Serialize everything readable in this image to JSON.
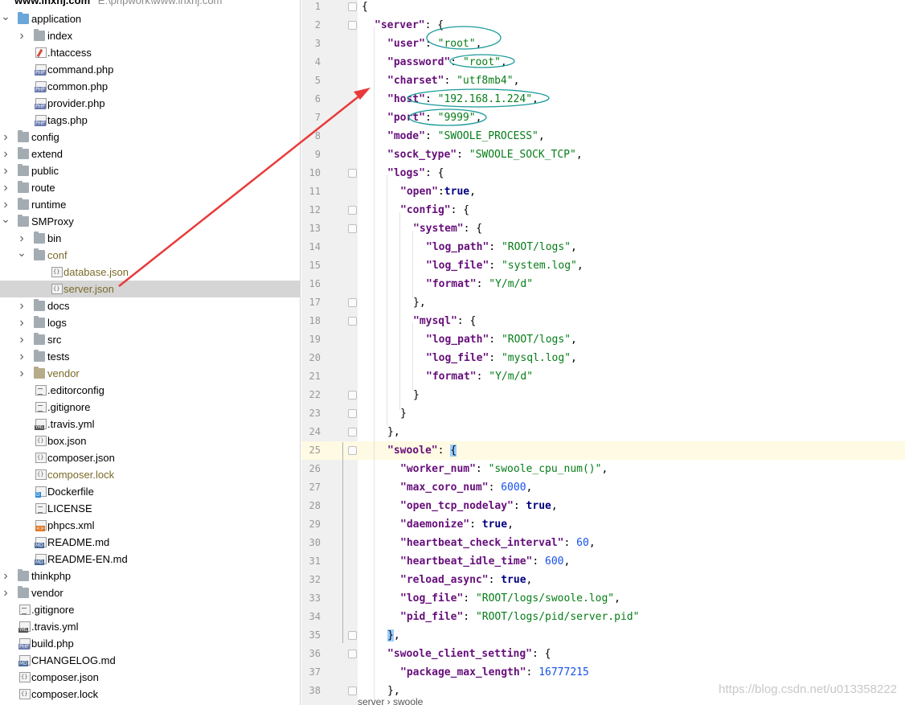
{
  "tree": {
    "root_name": "www.lnxnj.com",
    "root_path": "E:\\phpwork\\www.lnxnj.com",
    "items": [
      {
        "label": "application",
        "depth": 0,
        "type": "folder-blue",
        "chevron": "open"
      },
      {
        "label": "index",
        "depth": 1,
        "type": "folder",
        "chevron": "closed"
      },
      {
        "label": ".htaccess",
        "depth": 1,
        "type": "htaccess",
        "chevron": "none"
      },
      {
        "label": "command.php",
        "depth": 1,
        "type": "php",
        "chevron": "none"
      },
      {
        "label": "common.php",
        "depth": 1,
        "type": "php",
        "chevron": "none"
      },
      {
        "label": "provider.php",
        "depth": 1,
        "type": "php",
        "chevron": "none"
      },
      {
        "label": "tags.php",
        "depth": 1,
        "type": "php",
        "chevron": "none"
      },
      {
        "label": "config",
        "depth": 0,
        "type": "folder",
        "chevron": "closed"
      },
      {
        "label": "extend",
        "depth": 0,
        "type": "folder",
        "chevron": "closed"
      },
      {
        "label": "public",
        "depth": 0,
        "type": "folder",
        "chevron": "closed"
      },
      {
        "label": "route",
        "depth": 0,
        "type": "folder",
        "chevron": "closed"
      },
      {
        "label": "runtime",
        "depth": 0,
        "type": "folder",
        "chevron": "closed"
      },
      {
        "label": "SMProxy",
        "depth": 0,
        "type": "folder",
        "chevron": "open"
      },
      {
        "label": "bin",
        "depth": 1,
        "type": "folder",
        "chevron": "closed"
      },
      {
        "label": "conf",
        "depth": 1,
        "type": "folder",
        "chevron": "open",
        "muted": true
      },
      {
        "label": "database.json",
        "depth": 2,
        "type": "json",
        "chevron": "none",
        "muted": true
      },
      {
        "label": "server.json",
        "depth": 2,
        "type": "json",
        "chevron": "none",
        "muted": true,
        "selected": true
      },
      {
        "label": "docs",
        "depth": 1,
        "type": "folder",
        "chevron": "closed"
      },
      {
        "label": "logs",
        "depth": 1,
        "type": "folder",
        "chevron": "closed"
      },
      {
        "label": "src",
        "depth": 1,
        "type": "folder",
        "chevron": "closed"
      },
      {
        "label": "tests",
        "depth": 1,
        "type": "folder",
        "chevron": "closed"
      },
      {
        "label": "vendor",
        "depth": 1,
        "type": "folder-tan",
        "chevron": "closed",
        "muted": true
      },
      {
        "label": ".editorconfig",
        "depth": 1,
        "type": "text",
        "chevron": "none"
      },
      {
        "label": ".gitignore",
        "depth": 1,
        "type": "text",
        "chevron": "none"
      },
      {
        "label": ".travis.yml",
        "depth": 1,
        "type": "yml",
        "chevron": "none"
      },
      {
        "label": "box.json",
        "depth": 1,
        "type": "json",
        "chevron": "none"
      },
      {
        "label": "composer.json",
        "depth": 1,
        "type": "json",
        "chevron": "none"
      },
      {
        "label": "composer.lock",
        "depth": 1,
        "type": "json",
        "chevron": "none",
        "muted": true
      },
      {
        "label": "Dockerfile",
        "depth": 1,
        "type": "docker",
        "chevron": "none"
      },
      {
        "label": "LICENSE",
        "depth": 1,
        "type": "text",
        "chevron": "none"
      },
      {
        "label": "phpcs.xml",
        "depth": 1,
        "type": "xml",
        "chevron": "none"
      },
      {
        "label": "README.md",
        "depth": 1,
        "type": "md",
        "chevron": "none"
      },
      {
        "label": "README-EN.md",
        "depth": 1,
        "type": "md",
        "chevron": "none"
      },
      {
        "label": "thinkphp",
        "depth": 0,
        "type": "folder",
        "chevron": "closed"
      },
      {
        "label": "vendor",
        "depth": 0,
        "type": "folder",
        "chevron": "closed"
      },
      {
        "label": ".gitignore",
        "depth": 0,
        "type": "text",
        "chevron": "none"
      },
      {
        "label": ".travis.yml",
        "depth": 0,
        "type": "yml",
        "chevron": "none"
      },
      {
        "label": "build.php",
        "depth": 0,
        "type": "php",
        "chevron": "none"
      },
      {
        "label": "CHANGELOG.md",
        "depth": 0,
        "type": "md",
        "chevron": "none"
      },
      {
        "label": "composer.json",
        "depth": 0,
        "type": "json",
        "chevron": "none"
      },
      {
        "label": "composer.lock",
        "depth": 0,
        "type": "json",
        "chevron": "none"
      }
    ]
  },
  "editor": {
    "caret_line": 25,
    "lines": [
      {
        "n": "1",
        "indent": 0,
        "tokens": [
          [
            "p",
            "{"
          ]
        ],
        "fold": "start"
      },
      {
        "n": "2",
        "indent": 1,
        "tokens": [
          [
            "k",
            "\"server\""
          ],
          [
            "p",
            ": {"
          ]
        ],
        "fold": "start"
      },
      {
        "n": "3",
        "indent": 2,
        "tokens": [
          [
            "k",
            "\"user\""
          ],
          [
            "p",
            ": "
          ],
          [
            "s",
            "\"root\""
          ],
          [
            "p",
            ","
          ]
        ]
      },
      {
        "n": "4",
        "indent": 2,
        "tokens": [
          [
            "k",
            "\"password\""
          ],
          [
            "p",
            ": "
          ],
          [
            "s",
            "\"root\""
          ],
          [
            "p",
            ","
          ]
        ]
      },
      {
        "n": "5",
        "indent": 2,
        "tokens": [
          [
            "k",
            "\"charset\""
          ],
          [
            "p",
            ": "
          ],
          [
            "s",
            "\"utf8mb4\""
          ],
          [
            "p",
            ","
          ]
        ]
      },
      {
        "n": "6",
        "indent": 2,
        "tokens": [
          [
            "k",
            "\"host\""
          ],
          [
            "p",
            ": "
          ],
          [
            "s",
            "\"192.168.1.224\""
          ],
          [
            "p",
            ","
          ]
        ]
      },
      {
        "n": "7",
        "indent": 2,
        "tokens": [
          [
            "k",
            "\"port\""
          ],
          [
            "p",
            ": "
          ],
          [
            "s",
            "\"9999\""
          ],
          [
            "p",
            ","
          ]
        ]
      },
      {
        "n": "8",
        "indent": 2,
        "tokens": [
          [
            "k",
            "\"mode\""
          ],
          [
            "p",
            ": "
          ],
          [
            "s",
            "\"SWOOLE_PROCESS\""
          ],
          [
            "p",
            ","
          ]
        ]
      },
      {
        "n": "9",
        "indent": 2,
        "tokens": [
          [
            "k",
            "\"sock_type\""
          ],
          [
            "p",
            ": "
          ],
          [
            "s",
            "\"SWOOLE_SOCK_TCP\""
          ],
          [
            "p",
            ","
          ]
        ]
      },
      {
        "n": "10",
        "indent": 2,
        "tokens": [
          [
            "k",
            "\"logs\""
          ],
          [
            "p",
            ": {"
          ]
        ],
        "fold": "start"
      },
      {
        "n": "11",
        "indent": 3,
        "tokens": [
          [
            "k",
            "\"open\""
          ],
          [
            "p",
            ":"
          ],
          [
            "b",
            "true"
          ],
          [
            "p",
            ","
          ]
        ]
      },
      {
        "n": "12",
        "indent": 3,
        "tokens": [
          [
            "k",
            "\"config\""
          ],
          [
            "p",
            ": {"
          ]
        ],
        "fold": "start"
      },
      {
        "n": "13",
        "indent": 4,
        "tokens": [
          [
            "k",
            "\"system\""
          ],
          [
            "p",
            ": {"
          ]
        ],
        "fold": "start"
      },
      {
        "n": "14",
        "indent": 5,
        "tokens": [
          [
            "k",
            "\"log_path\""
          ],
          [
            "p",
            ": "
          ],
          [
            "s",
            "\"ROOT/logs\""
          ],
          [
            "p",
            ","
          ]
        ]
      },
      {
        "n": "15",
        "indent": 5,
        "tokens": [
          [
            "k",
            "\"log_file\""
          ],
          [
            "p",
            ": "
          ],
          [
            "s",
            "\"system.log\""
          ],
          [
            "p",
            ","
          ]
        ]
      },
      {
        "n": "16",
        "indent": 5,
        "tokens": [
          [
            "k",
            "\"format\""
          ],
          [
            "p",
            ": "
          ],
          [
            "s",
            "\"Y/m/d\""
          ]
        ]
      },
      {
        "n": "17",
        "indent": 4,
        "tokens": [
          [
            "p",
            "},"
          ]
        ],
        "fold": "end"
      },
      {
        "n": "18",
        "indent": 4,
        "tokens": [
          [
            "k",
            "\"mysql\""
          ],
          [
            "p",
            ": {"
          ]
        ],
        "fold": "start"
      },
      {
        "n": "19",
        "indent": 5,
        "tokens": [
          [
            "k",
            "\"log_path\""
          ],
          [
            "p",
            ": "
          ],
          [
            "s",
            "\"ROOT/logs\""
          ],
          [
            "p",
            ","
          ]
        ]
      },
      {
        "n": "20",
        "indent": 5,
        "tokens": [
          [
            "k",
            "\"log_file\""
          ],
          [
            "p",
            ": "
          ],
          [
            "s",
            "\"mysql.log\""
          ],
          [
            "p",
            ","
          ]
        ]
      },
      {
        "n": "21",
        "indent": 5,
        "tokens": [
          [
            "k",
            "\"format\""
          ],
          [
            "p",
            ": "
          ],
          [
            "s",
            "\"Y/m/d\""
          ]
        ]
      },
      {
        "n": "22",
        "indent": 4,
        "tokens": [
          [
            "p",
            "}"
          ]
        ],
        "fold": "end"
      },
      {
        "n": "23",
        "indent": 3,
        "tokens": [
          [
            "p",
            "}"
          ]
        ],
        "fold": "end"
      },
      {
        "n": "24",
        "indent": 2,
        "tokens": [
          [
            "p",
            "},"
          ]
        ],
        "fold": "end"
      },
      {
        "n": "25",
        "indent": 2,
        "tokens": [
          [
            "k",
            "\"swoole\""
          ],
          [
            "p",
            ": "
          ],
          [
            "hl",
            "{"
          ]
        ],
        "fold": "start"
      },
      {
        "n": "26",
        "indent": 3,
        "tokens": [
          [
            "k",
            "\"worker_num\""
          ],
          [
            "p",
            ": "
          ],
          [
            "s",
            "\"swoole_cpu_num()\""
          ],
          [
            "p",
            ","
          ]
        ]
      },
      {
        "n": "27",
        "indent": 3,
        "tokens": [
          [
            "k",
            "\"max_coro_num\""
          ],
          [
            "p",
            ": "
          ],
          [
            "n",
            "6000"
          ],
          [
            "p",
            ","
          ]
        ]
      },
      {
        "n": "28",
        "indent": 3,
        "tokens": [
          [
            "k",
            "\"open_tcp_nodelay\""
          ],
          [
            "p",
            ": "
          ],
          [
            "b",
            "true"
          ],
          [
            "p",
            ","
          ]
        ]
      },
      {
        "n": "29",
        "indent": 3,
        "tokens": [
          [
            "k",
            "\"daemonize\""
          ],
          [
            "p",
            ": "
          ],
          [
            "b",
            "true"
          ],
          [
            "p",
            ","
          ]
        ]
      },
      {
        "n": "30",
        "indent": 3,
        "tokens": [
          [
            "k",
            "\"heartbeat_check_interval\""
          ],
          [
            "p",
            ": "
          ],
          [
            "n",
            "60"
          ],
          [
            "p",
            ","
          ]
        ]
      },
      {
        "n": "31",
        "indent": 3,
        "tokens": [
          [
            "k",
            "\"heartbeat_idle_time\""
          ],
          [
            "p",
            ": "
          ],
          [
            "n",
            "600"
          ],
          [
            "p",
            ","
          ]
        ]
      },
      {
        "n": "32",
        "indent": 3,
        "tokens": [
          [
            "k",
            "\"reload_async\""
          ],
          [
            "p",
            ": "
          ],
          [
            "b",
            "true"
          ],
          [
            "p",
            ","
          ]
        ]
      },
      {
        "n": "33",
        "indent": 3,
        "tokens": [
          [
            "k",
            "\"log_file\""
          ],
          [
            "p",
            ": "
          ],
          [
            "s",
            "\"ROOT/logs/swoole.log\""
          ],
          [
            "p",
            ","
          ]
        ]
      },
      {
        "n": "34",
        "indent": 3,
        "tokens": [
          [
            "k",
            "\"pid_file\""
          ],
          [
            "p",
            ": "
          ],
          [
            "s",
            "\"ROOT/logs/pid/server.pid\""
          ]
        ]
      },
      {
        "n": "35",
        "indent": 2,
        "tokens": [
          [
            "hl",
            "}"
          ],
          [
            "p",
            ","
          ]
        ],
        "fold": "end"
      },
      {
        "n": "36",
        "indent": 2,
        "tokens": [
          [
            "k",
            "\"swoole_client_setting\""
          ],
          [
            "p",
            ": {"
          ]
        ],
        "fold": "start"
      },
      {
        "n": "37",
        "indent": 3,
        "tokens": [
          [
            "k",
            "\"package_max_length\""
          ],
          [
            "p",
            ": "
          ],
          [
            "n",
            "16777215"
          ]
        ]
      },
      {
        "n": "38",
        "indent": 2,
        "tokens": [
          [
            "p",
            "},"
          ]
        ],
        "fold": "end"
      }
    ]
  },
  "breadcrumb": "server › swoole",
  "watermark": "https://blog.csdn.net/u013358222",
  "colors": {
    "annotation_ellipse": "#1a9a9a",
    "annotation_arrow": "#e83a3a",
    "selected_row": "#d5d5d5",
    "caret_line": "#fffae3"
  }
}
